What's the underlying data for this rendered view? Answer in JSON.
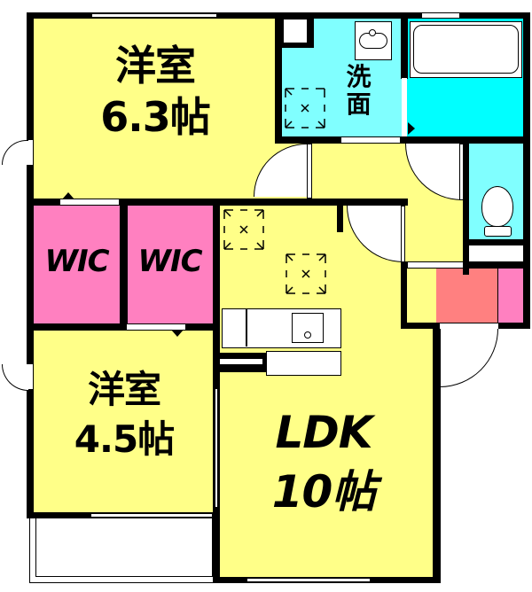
{
  "floor_plan": {
    "colors": {
      "western_room": "#FFFF88",
      "wic": "#FF80C0",
      "washroom": "#80FFFF",
      "bath": "#00FFFF",
      "toilet": "#80FFFF",
      "entrance": "#FF8080",
      "shoe_box": "#FF80C0",
      "ldk": "#FFFF88",
      "wall": "#000000"
    },
    "rooms": {
      "western_room_1": {
        "name": "洋室",
        "size": "6.3帖"
      },
      "wic_1": {
        "name": "WIC"
      },
      "wic_2": {
        "name": "WIC"
      },
      "western_room_2": {
        "name": "洋室",
        "size": "4.5帖"
      },
      "washroom": {
        "name_line1": "洗",
        "name_line2": "面"
      },
      "ldk": {
        "name": "LDK",
        "size": "10帖"
      }
    }
  }
}
